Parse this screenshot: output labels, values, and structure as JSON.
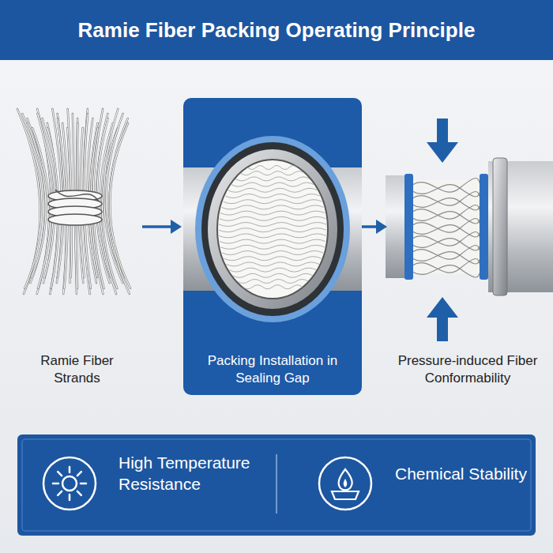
{
  "diagram": {
    "title": "Ramie Fiber Packing Operating Principle",
    "nodes": [
      {
        "text": [
          "Ramie Fiber Strands"
        ]
      },
      {
        "text": [
          "Packing Installation in Sealing Gap"
        ]
      },
      {
        "text": [
          "Pressure-induced Fiber Conformability"
        ]
      }
    ],
    "edges": [
      {
        "from": 0,
        "to": 1,
        "arrow": "to"
      },
      {
        "from": 1,
        "to": 2,
        "arrow": "to"
      }
    ],
    "labels": [
      "High Temperature Resistance",
      "Chemical Stability"
    ]
  }
}
